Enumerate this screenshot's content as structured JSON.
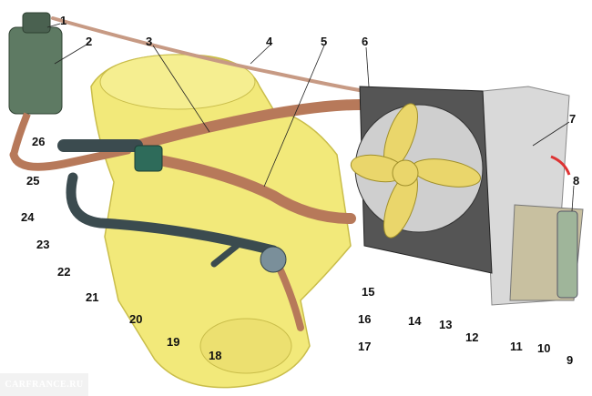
{
  "diagram": {
    "type": "engine-cooling-system",
    "callouts": [
      "1",
      "2",
      "3",
      "4",
      "5",
      "6",
      "7",
      "8",
      "9",
      "10",
      "11",
      "12",
      "13",
      "14",
      "15",
      "16",
      "17",
      "18",
      "19",
      "20",
      "21",
      "22",
      "23",
      "24",
      "25",
      "26"
    ]
  },
  "watermark": "CARFRANCE.RU",
  "colors": {
    "engine": "#f2e97a",
    "hose": "#b7795a",
    "tank": "#5e7a63",
    "radiator": "#b9b9b9",
    "fan": "#ead66b",
    "pipe": "#3b4b4f"
  }
}
